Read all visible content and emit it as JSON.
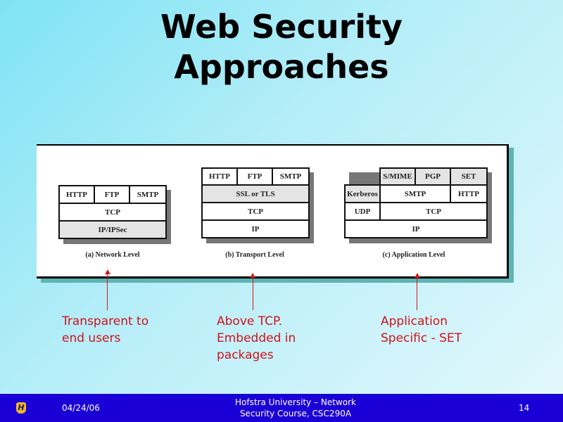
{
  "slide": {
    "title_lines": [
      "Web Security",
      "Approaches"
    ]
  },
  "figure": {
    "stacks": [
      {
        "caption": "(a) Network Level",
        "rows": [
          [
            {
              "label": "HTTP",
              "shaded": false
            },
            {
              "label": "FTP",
              "shaded": false
            },
            {
              "label": "SMTP",
              "shaded": false
            }
          ],
          [
            {
              "label": "TCP",
              "shaded": false
            }
          ],
          [
            {
              "label": "IP/IPSec",
              "shaded": true
            }
          ]
        ]
      },
      {
        "caption": "(b) Transport Level",
        "rows": [
          [
            {
              "label": "HTTP",
              "shaded": false
            },
            {
              "label": "FTP",
              "shaded": false
            },
            {
              "label": "SMTP",
              "shaded": false
            }
          ],
          [
            {
              "label": "SSL or TLS",
              "shaded": true
            }
          ],
          [
            {
              "label": "TCP",
              "shaded": false
            }
          ],
          [
            {
              "label": "IP",
              "shaded": false
            }
          ]
        ]
      },
      {
        "caption": "(c) Application Level",
        "rows": [
          [
            {
              "label": "S/MIME",
              "shaded": true
            },
            {
              "label": "PGP",
              "shaded": true
            },
            {
              "label": "SET",
              "shaded": true
            }
          ],
          [
            {
              "label": "Kerberos",
              "shaded": true
            },
            {
              "label": "SMTP",
              "shaded": false
            },
            {
              "label": "HTTP",
              "shaded": false
            }
          ],
          [
            {
              "label": "UDP",
              "shaded": false
            },
            {
              "label": "TCP",
              "shaded": false
            }
          ],
          [
            {
              "label": "IP",
              "shaded": false
            }
          ]
        ]
      }
    ]
  },
  "notes": [
    {
      "text": "Transparent to\nend users"
    },
    {
      "text": "Above TCP.\nEmbedded in\npackages"
    },
    {
      "text": "Application\nSpecific - SET"
    }
  ],
  "footer": {
    "logo_letter": "H",
    "date": "04/24/06",
    "center_text": "Hofstra University – Network\nSecurity Course, CSC290A",
    "page_number": "14"
  },
  "colors": {
    "annotation": "#d0121a",
    "footer_bg": "#1a00d6",
    "shaded_cell": "#e4e4e4"
  }
}
